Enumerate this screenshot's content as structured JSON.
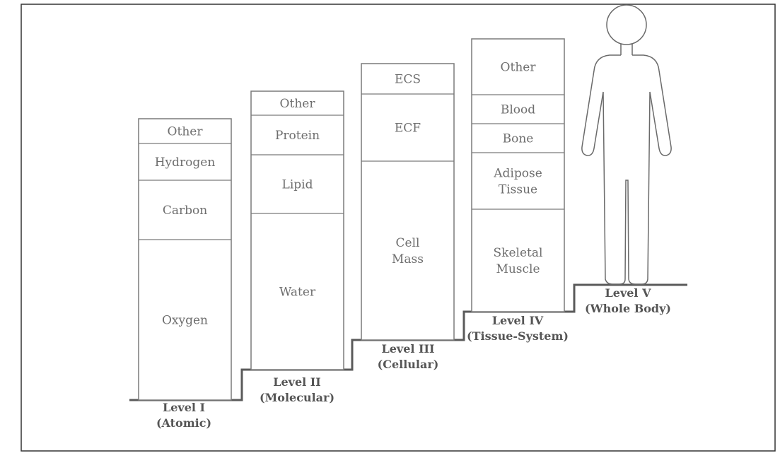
{
  "levels": [
    {
      "label": "Level I",
      "sublabel": "(Atomic)",
      "segments": [
        "Other",
        "Hydrogen",
        "Carbon",
        "Oxygen"
      ]
    },
    {
      "label": "Level II",
      "sublabel": "(Molecular)",
      "segments": [
        "Other",
        "Protein",
        "Lipid",
        "Water"
      ]
    },
    {
      "label": "Level III",
      "sublabel": "(Cellular)",
      "segments": [
        "ECS",
        "ECF",
        "Cell\nMass"
      ]
    },
    {
      "label": "Level IV",
      "sublabel": "(Tissue-System)",
      "segments": [
        "Other",
        "Blood",
        "Bone",
        "Adipose\nTissue",
        "Skeletal\nMuscle"
      ]
    },
    {
      "label": "Level V",
      "sublabel": "(Whole Body)",
      "segments": []
    }
  ],
  "colors": {
    "box_stroke": "#7a7a7a",
    "text": "#6e6e6e",
    "stair": "#5a5a5a"
  }
}
